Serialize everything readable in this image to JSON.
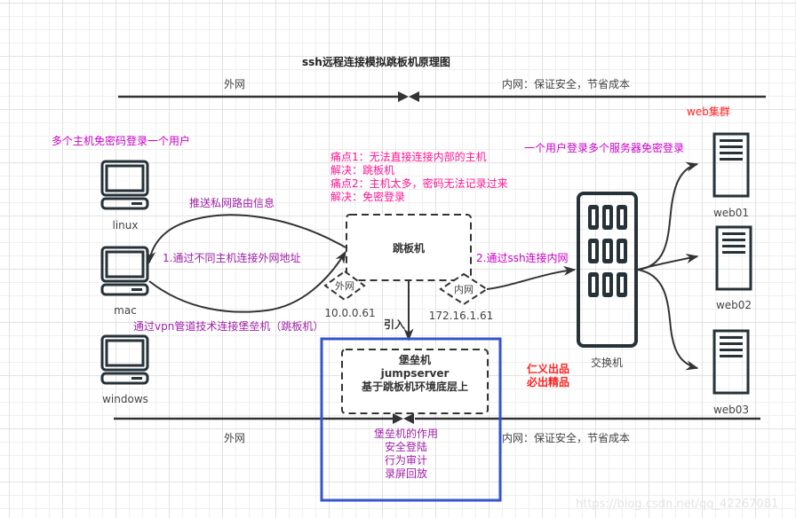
{
  "title": "ssh远程连接模拟跳板机原理图",
  "zones": {
    "top_outer": "外网",
    "top_inner": "内网：保证安全，节省成本",
    "bottom_outer": "外网",
    "bottom_inner": "内网：保证安全，节省成本"
  },
  "clients": {
    "heading": "多个主机免密码登录一个用户",
    "hosts": [
      {
        "label": "linux",
        "icon": "computer-icon"
      },
      {
        "label": "mac",
        "icon": "computer-icon"
      },
      {
        "label": "windows",
        "icon": "computer-icon"
      }
    ]
  },
  "annotations": {
    "push_route": "推送私网路由信息",
    "step1": "1.通过不同主机连接外网地址",
    "vpn": "通过vpn管道技术连接堡垒机（跳板机）",
    "pain_points": [
      "痛点1：无法直接连接内部的主机",
      "解决：跳板机",
      "痛点2：主机太多，密码无法记录过来",
      "解决：免密登录"
    ],
    "step2": "2.通过ssh连接内网",
    "one_user_many": "一个用户登录多个服务器免密登录",
    "introduce": "引入",
    "brand": [
      "仁义出品",
      "必出精品"
    ]
  },
  "jump_host": {
    "label": "跳板机",
    "outer_port": "外网",
    "outer_ip": "10.0.0.61",
    "inner_port": "内网",
    "inner_ip": "172.16.1.61"
  },
  "bastion": {
    "lines": [
      "堡垒机",
      "jumpserver",
      "基于跳板机环境底层上"
    ],
    "roles": [
      "堡垒机的作用",
      "安全登陆",
      "行为审计",
      "录屏回放"
    ]
  },
  "switch": {
    "label": "交换机",
    "icon": "switch-icon"
  },
  "web_cluster": {
    "heading": "web集群",
    "servers": [
      {
        "label": "web01",
        "icon": "server-icon"
      },
      {
        "label": "web02",
        "icon": "server-icon"
      },
      {
        "label": "web03",
        "icon": "server-icon"
      }
    ]
  },
  "watermark": "https://blog.csdn.net/qq_42267081",
  "colors": {
    "stroke": "#333333",
    "icon": "#263238",
    "magenta": "#cc00cc",
    "pink": "#ff1493",
    "purple": "#a020a8",
    "red": "#ff2020",
    "bastion_border": "#3355cc"
  }
}
